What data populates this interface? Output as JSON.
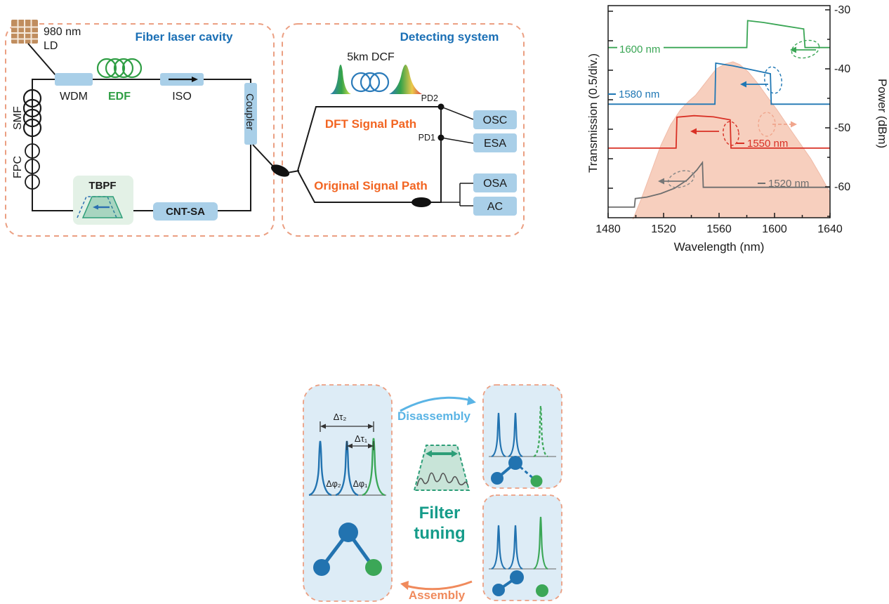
{
  "colors": {
    "title_blue": "#1a6fb5",
    "component_blue": "#a9cfe8",
    "dashed_border": "#eb9f82",
    "edf_green": "#2f9e44",
    "orange_path": "#f26522",
    "teal": "#169c8a",
    "disassembly_blue": "#5ab4e5",
    "assembly_orange": "#f08a5c",
    "panel_blue": "#ddecf6",
    "mol_blue": "#2273b0",
    "mol_green": "#3ba757"
  },
  "figure": {
    "cavity": {
      "title": "Fiber laser cavity",
      "pump1": "980 nm",
      "pump2": "LD",
      "wdm": "WDM",
      "edf": "EDF",
      "iso": "ISO",
      "smf": "SMF",
      "fpc": "FPC",
      "tbpf": "TBPF",
      "cnt_sa": "CNT-SA",
      "coupler": "Coupler"
    },
    "detecting": {
      "title": "Detecting system",
      "dcf": "5km DCF",
      "dft_path": "DFT Signal Path",
      "original_path": "Original Signal Path",
      "pd2": "PD2",
      "pd1": "PD1",
      "osc": "OSC",
      "esa": "ESA",
      "osa": "OSA",
      "ac": "AC"
    },
    "tuning": {
      "disassembly": "Disassembly",
      "assembly": "Assembly",
      "title1": "Filter",
      "title2": "tuning",
      "dtau2": "Δτ₂",
      "dtau1": "Δτ₁",
      "dphi2": "Δφ₂",
      "dphi1": "Δφ₁"
    }
  },
  "chart_data": {
    "type": "line",
    "title": "",
    "xlabel": "Wavelength (nm)",
    "ylabel_left": "Transmission (0.5/div.)",
    "ylabel_right": "Power (dBm)",
    "xlim": [
      1480,
      1640
    ],
    "x_ticks": [
      "1480",
      "1520",
      "1560",
      "1600",
      "1640"
    ],
    "right_axis_ticks": [
      "-30",
      "-40",
      "-50",
      "-60"
    ],
    "right_axis_range_dbm": [
      -30,
      -60
    ],
    "left_axis_note": "Filter transmission curves, vertically offset, 0.5 per division",
    "legend_position": "labels adjacent to traces",
    "grid": false,
    "series": [
      {
        "name": "1600 nm",
        "label": "1600 nm",
        "color": "#3aa655",
        "unit": "div",
        "points": [
          [
            1480,
            5.77
          ],
          [
            1580,
            5.77
          ],
          [
            1580.6,
            6.68
          ],
          [
            1592,
            6.62
          ],
          [
            1605,
            6.52
          ],
          [
            1621,
            6.4
          ],
          [
            1622,
            5.77
          ],
          [
            1640,
            5.77
          ]
        ]
      },
      {
        "name": "1580 nm",
        "label": "1580 nm",
        "color": "#1f77b4",
        "unit": "div",
        "points": [
          [
            1480,
            3.85
          ],
          [
            1557,
            3.85
          ],
          [
            1557.6,
            5.24
          ],
          [
            1570,
            5.15
          ],
          [
            1597,
            4.88
          ],
          [
            1597.6,
            3.85
          ],
          [
            1640,
            3.85
          ]
        ]
      },
      {
        "name": "1550 nm",
        "label": "1550 nm",
        "color": "#d93025",
        "unit": "div",
        "points": [
          [
            1480,
            2.36
          ],
          [
            1529,
            2.36
          ],
          [
            1529.6,
            3.41
          ],
          [
            1542,
            3.46
          ],
          [
            1556,
            3.42
          ],
          [
            1568,
            3.32
          ],
          [
            1568.6,
            2.36
          ],
          [
            1640,
            2.36
          ]
        ]
      },
      {
        "name": "1520 nm",
        "label": "1520 nm",
        "color": "#6e6e6e",
        "unit": "div",
        "points": [
          [
            1480,
            0.36
          ],
          [
            1499,
            0.36
          ],
          [
            1499.6,
            0.65
          ],
          [
            1508,
            0.7
          ],
          [
            1518,
            0.82
          ],
          [
            1528,
            1.0
          ],
          [
            1537,
            1.28
          ],
          [
            1544,
            1.62
          ],
          [
            1548,
            1.87
          ],
          [
            1548.6,
            1.03
          ],
          [
            1640,
            1.03
          ]
        ]
      }
    ],
    "spectrum": {
      "name": "output optical spectrum",
      "color": "#f6c7b3",
      "unit": "dBm",
      "points": [
        [
          1498,
          -65.5
        ],
        [
          1504,
          -62
        ],
        [
          1511,
          -57.5
        ],
        [
          1518,
          -53
        ],
        [
          1525,
          -49.5
        ],
        [
          1532,
          -47
        ],
        [
          1538,
          -45.5
        ],
        [
          1543,
          -44.5
        ],
        [
          1548,
          -43
        ],
        [
          1553,
          -41.5
        ],
        [
          1558,
          -40
        ],
        [
          1564,
          -39.2
        ],
        [
          1570,
          -38.8
        ],
        [
          1575,
          -39.3
        ],
        [
          1581,
          -40.5
        ],
        [
          1588,
          -42.5
        ],
        [
          1595,
          -44.8
        ],
        [
          1602,
          -47
        ],
        [
          1610,
          -49.8
        ],
        [
          1618,
          -52.5
        ],
        [
          1626,
          -55.2
        ],
        [
          1633,
          -58
        ],
        [
          1640,
          -61
        ]
      ]
    }
  }
}
